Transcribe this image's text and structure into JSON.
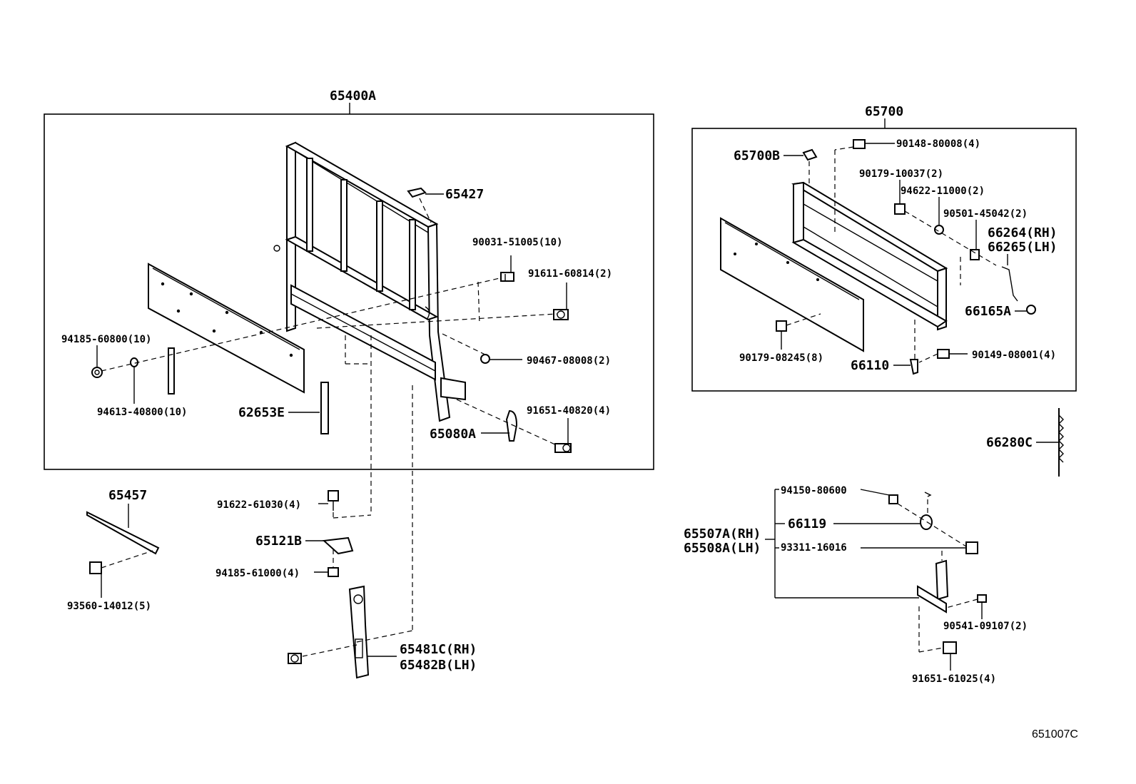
{
  "labels": {
    "p65400A": "65400A",
    "p65427": "65427",
    "p90031": "90031-51005(10)",
    "p91611": "91611-60814(2)",
    "p94185_08": "94185-60800(10)",
    "p90467": "90467-08008(2)",
    "p94613": "94613-40800(10)",
    "p62653E": "62653E",
    "p91651_08": "91651-40820(4)",
    "p65080A": "65080A",
    "p65457": "65457",
    "p93560": "93560-14012(5)",
    "p91622": "91622-61030(4)",
    "p65121B": "65121B",
    "p94185_10": "94185-61000(4)",
    "p65481C": "65481C(RH)",
    "p65482B": "65482B(LH)",
    "p65700": "65700",
    "p65700B": "65700B",
    "p90148": "90148-80008(4)",
    "p90179_10": "90179-10037(2)",
    "p94622": "94622-11000(2)",
    "p90501": "90501-45042(2)",
    "p66264": "66264(RH)",
    "p66265": "66265(LH)",
    "p66165A": "66165A",
    "p90179_08": "90179-08245(8)",
    "p66110": "66110",
    "p90149": "90149-08001(4)",
    "p66280C": "66280C",
    "p94150": "94150-80600",
    "p66119": "66119",
    "p65507A": "65507A(RH)",
    "p65508A": "65508A(LH)",
    "p93311": "93311-16016",
    "p90541": "90541-09107(2)",
    "p91651_10": "91651-61025(4)",
    "ref": "651007C"
  }
}
